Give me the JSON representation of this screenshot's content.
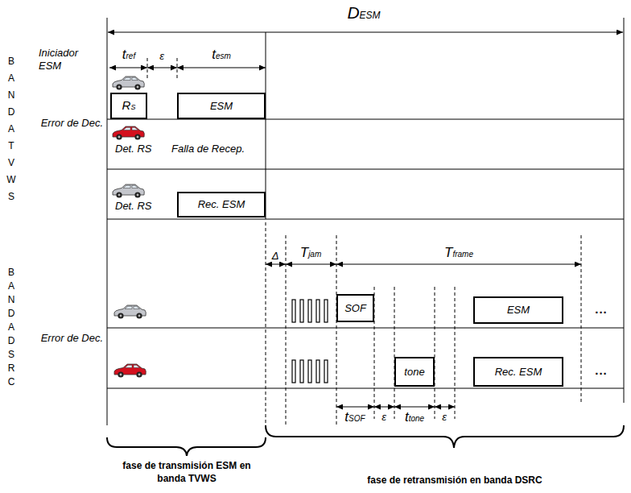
{
  "diagram": {
    "nodes": [
      {
        "text": [
          "RS"
        ]
      },
      {
        "text": [
          "ESM"
        ]
      },
      {
        "text": [
          "Rec. ESM"
        ]
      },
      {
        "text": [
          "SOF"
        ]
      },
      {
        "text": [
          "ESM"
        ]
      },
      {
        "text": [
          "tone"
        ]
      },
      {
        "text": [
          "Rec. ESM"
        ]
      }
    ],
    "labels": [
      "DESM",
      "tref",
      "ε",
      "tesm",
      "BANDA TVWS",
      "Iniciador ESM",
      "Error de Dec.",
      "Det. RS",
      "Falla de Recep.",
      "Det. RS",
      "Δ",
      "Tjam",
      "Tframe",
      "BANDA DSRC",
      "...",
      "Error de Dec.",
      "...",
      "tSOF",
      "ε",
      "ttone",
      "ε",
      "fase de transmisión ESM en banda TVWS",
      "fase de retransmisión en banda DSRC"
    ]
  }
}
